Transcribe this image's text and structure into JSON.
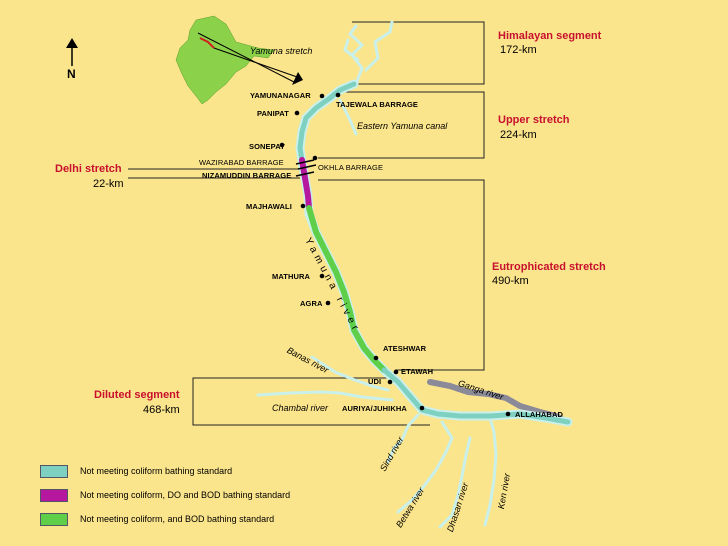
{
  "north_label": "N",
  "inset": {
    "caption": "Yamuna stretch"
  },
  "segments": [
    {
      "title": "Himalayan segment",
      "length": "172-km"
    },
    {
      "title": "Upper stretch",
      "length": "224-km"
    },
    {
      "title": "Delhi stretch",
      "length": "22-km"
    },
    {
      "title": "Eutrophicated stretch",
      "length": "490-km"
    },
    {
      "title": "Diluted segment",
      "length": "468-km"
    }
  ],
  "places": {
    "yamunanagar": "YAMUNANAGAR",
    "tajewala": "TAJEWALA BARRAGE",
    "panipat": "PANIPAT",
    "sonepat": "SONEPAT",
    "wazirabad": "WAZIRABAD BARRAGE",
    "okhla": "OKHLA BARRAGE",
    "nizamuddin": "NIZAMUDDIN BARRAGE",
    "majhawali": "MAJHAWALI",
    "mathura": "MATHURA",
    "agra": "AGRA",
    "ateshwar": "ATESHWAR",
    "etawah": "ETAWAH",
    "udi": "UDI",
    "auriya": "AURIYA/JUHIKHA",
    "allahabad": "ALLAHABAD"
  },
  "rivers": {
    "eastern_yamuna_canal": "Eastern Yamuna canal",
    "yamuna": "Yamuna river",
    "banas": "Banas river",
    "chambal": "Chambal river",
    "ganga": "Ganga river",
    "sind": "Sind river",
    "betwa": "Betwa river",
    "dhasan": "Dhasan river",
    "ken": "Ken river"
  },
  "legend": [
    {
      "label": "Not meeting coliform bathing standard",
      "color": "#7ed0c0"
    },
    {
      "label": "Not meeting coliform, DO and BOD bathing standard",
      "color": "#b5179e"
    },
    {
      "label": "Not meeting coliform, and BOD bathing standard",
      "color": "#5fcf4a"
    }
  ],
  "colors": {
    "background": "#fbe58c",
    "river_outline": "#c9f0ea",
    "coliform": "#7ed0c0",
    "do_bod": "#b5179e",
    "bod": "#5fcf4a",
    "ganga": "#8a8a98",
    "india_map": "#8bd24a",
    "title_red": "#c8102e"
  }
}
